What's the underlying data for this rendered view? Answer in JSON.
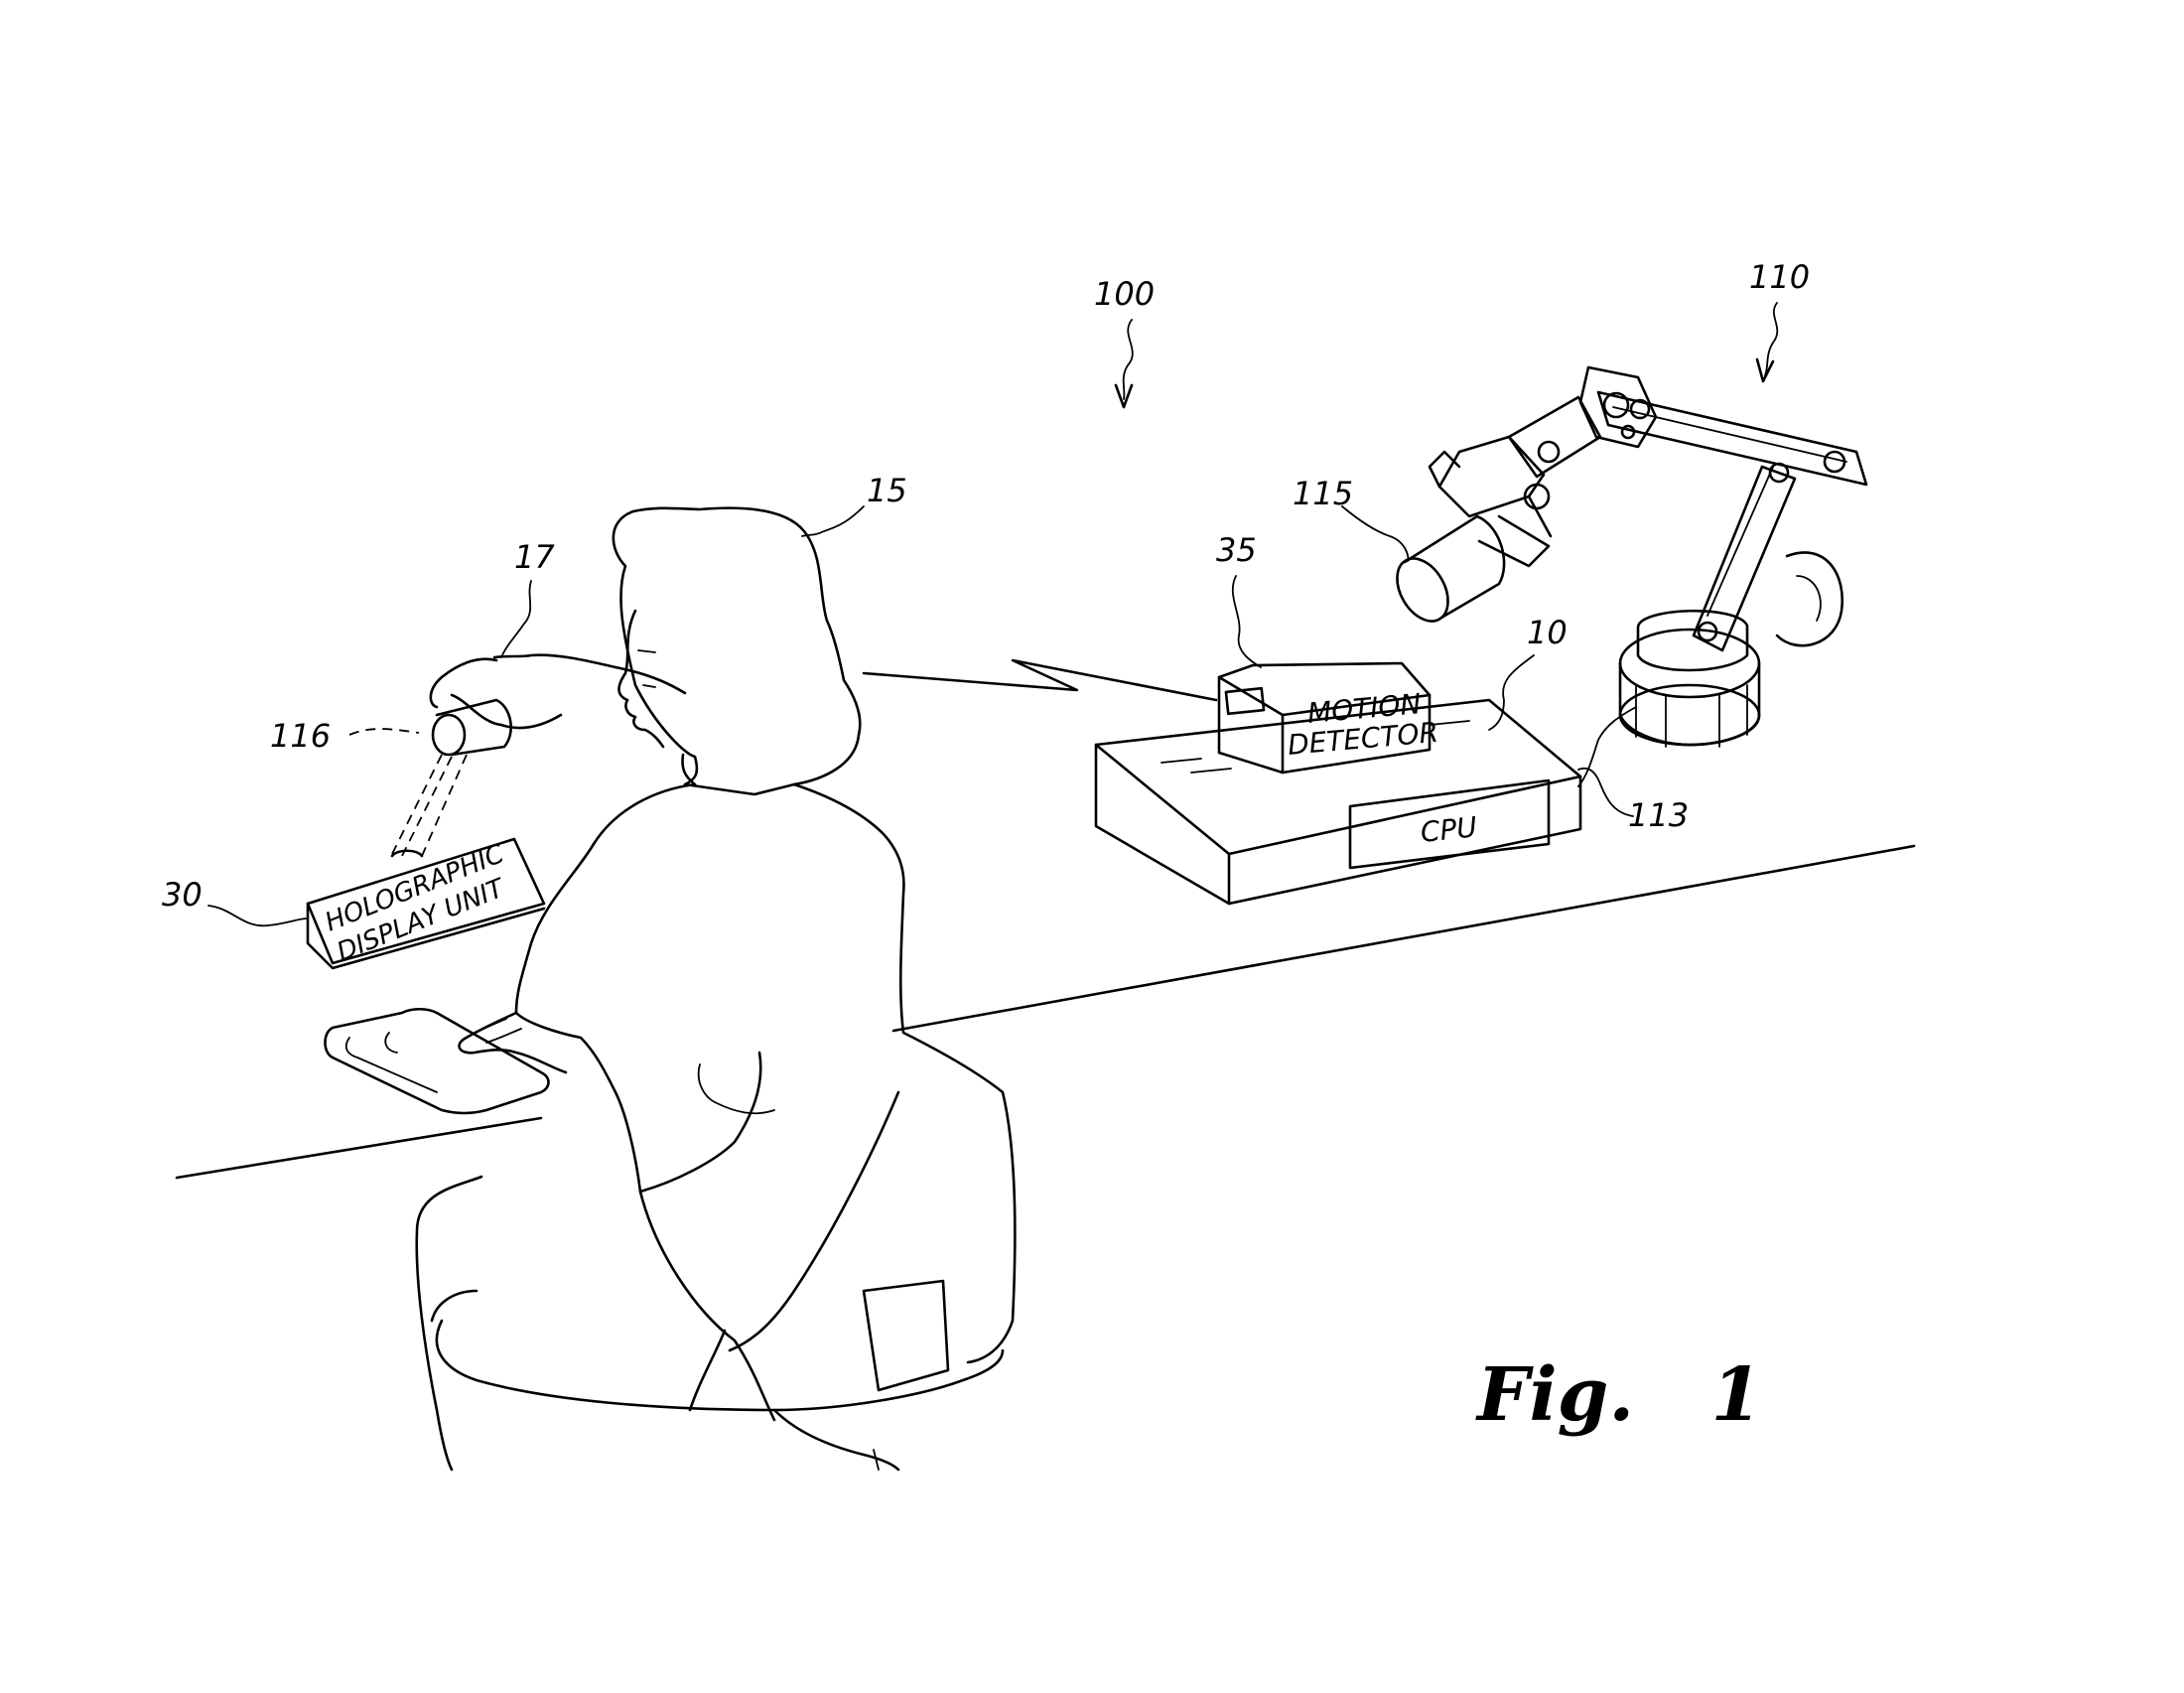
{
  "figure_label": "Fig.   1",
  "boxes": {
    "holographic_line1": "HOLOGRAPHIC",
    "holographic_line2": "DISPLAY UNIT",
    "motion_line1": "MOTION",
    "motion_line2": "DETECTOR",
    "cpu": "CPU"
  },
  "refs": {
    "system": "100",
    "robot": "110",
    "user": "15",
    "hand": "17",
    "held_object": "116",
    "display_unit": "30",
    "motion_detector": "35",
    "cpu_unit": "10",
    "robot_object": "115",
    "cable": "113"
  }
}
